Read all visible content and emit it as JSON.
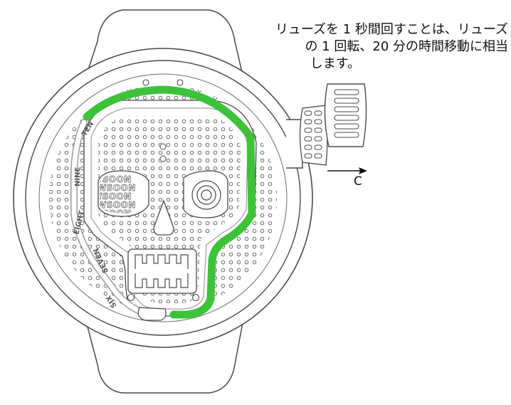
{
  "instruction": {
    "line1": "リューズを 1 秒間回すことは、リューズ",
    "line2": "の 1 回転、20 分の時間移動に相当",
    "line3": "します。"
  },
  "direction_label": "C",
  "hour_labels": [
    "TEN",
    "NINE",
    "EIGHT",
    "SEVEN",
    "SIX"
  ],
  "eye_text": "WSOON",
  "colors": {
    "line": "#4a4a4a",
    "highlight": "#3ec23a",
    "background": "#ffffff"
  }
}
